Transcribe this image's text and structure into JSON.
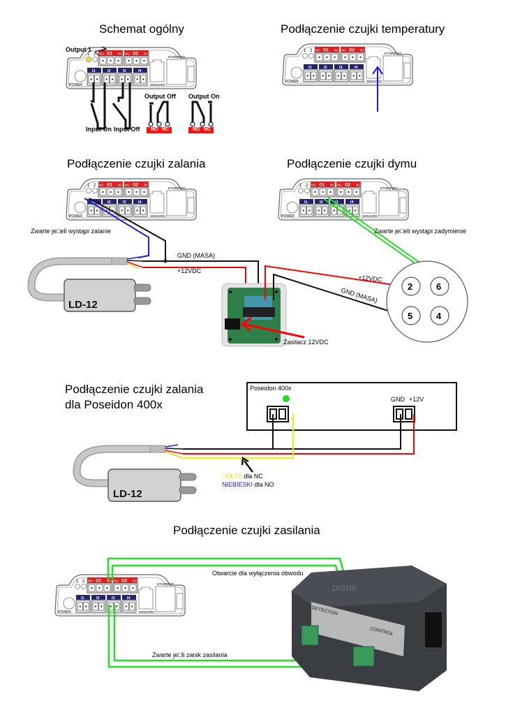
{
  "device_panel": {
    "led_labels": [
      "1",
      "2"
    ],
    "outputs": [
      {
        "name": "O1",
        "left": "NO",
        "right": "NC"
      },
      {
        "name": "O2",
        "left": "NO",
        "right": "NC"
      }
    ],
    "inputs": [
      "I1",
      "I2",
      "I3",
      "I4"
    ],
    "power_label": "POWER",
    "sensors_label": "SENSORS",
    "ethernet_label": "ETHERNET"
  },
  "sections": {
    "general": {
      "title": "Schemat ogólny",
      "output1_label": "Output 1",
      "input_on": "Input On",
      "input_off": "Input Off",
      "output_off": "Output Off",
      "output_on": "Output On",
      "no": "NO",
      "nc": "NC"
    },
    "temperature": {
      "title": "Podłączenie czujki temperatury"
    },
    "flood": {
      "title": "Podłączenie czujki zalania",
      "shorted_label": "Zwarte je□eli wystąpi zalanie",
      "gnd_label": "GND (MASA)",
      "v12_label": "+12VDC",
      "sensor_name": "LD-12",
      "psu_label": "Zasilacz 12VDC"
    },
    "smoke": {
      "title": "Podłączenie czujki dymu",
      "shorted_label": "Zwarte je□eli wystąpi zadymienie",
      "v12_label": "+12VDC",
      "gnd_label": "GND (MASA)",
      "pins": [
        "2",
        "6",
        "5",
        "4"
      ]
    },
    "poseidon": {
      "title_line1": "Podłączenie czujki zalania",
      "title_line2": "dla Poseidon 400x",
      "device_label": "Poseidon 400x",
      "gnd_label": "GND",
      "v12_label": "+12V",
      "sensor_name": "LD-12",
      "yellow_word": "□ÓŁTY",
      "yellow_suffix": " dla NC",
      "blue_word": "NIEBIESKI",
      "blue_suffix": " dla NO"
    },
    "power": {
      "title": "Podłączenie czujki zasilania",
      "open_label": "Otwarcie dla wyłączenia obwodu",
      "shorted_label": "Zwarte je□li zanik zasilania",
      "detector_label": "DETECTOR",
      "control_label": "CONTROL",
      "brand_watermark": "prime"
    }
  },
  "colors": {
    "red_header": "#e02020",
    "input_header": "#24246e",
    "wire_green": "#22dd22",
    "wire_red": "#ff0000",
    "wire_blue": "#1a1aee",
    "wire_yellow": "#f5f000",
    "wire_black": "#111111",
    "led_yellow": "#f5e61a",
    "led_green": "#22dd22"
  }
}
